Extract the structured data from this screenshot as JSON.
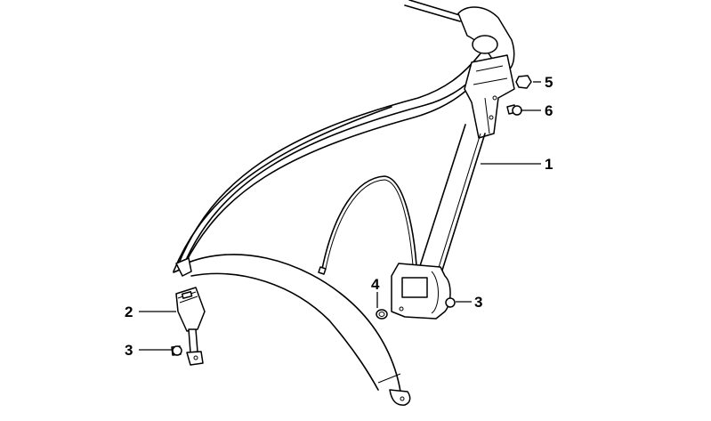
{
  "diagram": {
    "title": "Seat belt assembly exploded parts diagram",
    "labels": [
      {
        "id": "label-1",
        "text": "1",
        "part": "seat belt with retractor"
      },
      {
        "id": "label-2",
        "text": "2",
        "part": "buckle"
      },
      {
        "id": "label-3a",
        "text": "3",
        "part": "bolt (buckle)"
      },
      {
        "id": "label-3b",
        "text": "3",
        "part": "bolt (retractor)"
      },
      {
        "id": "label-4",
        "text": "4",
        "part": "spacer / bushing"
      },
      {
        "id": "label-5",
        "text": "5",
        "part": "nut"
      },
      {
        "id": "label-6",
        "text": "6",
        "part": "bolt (upper anchor)"
      }
    ],
    "colors": {
      "line": "#000000",
      "background": "#ffffff"
    }
  }
}
